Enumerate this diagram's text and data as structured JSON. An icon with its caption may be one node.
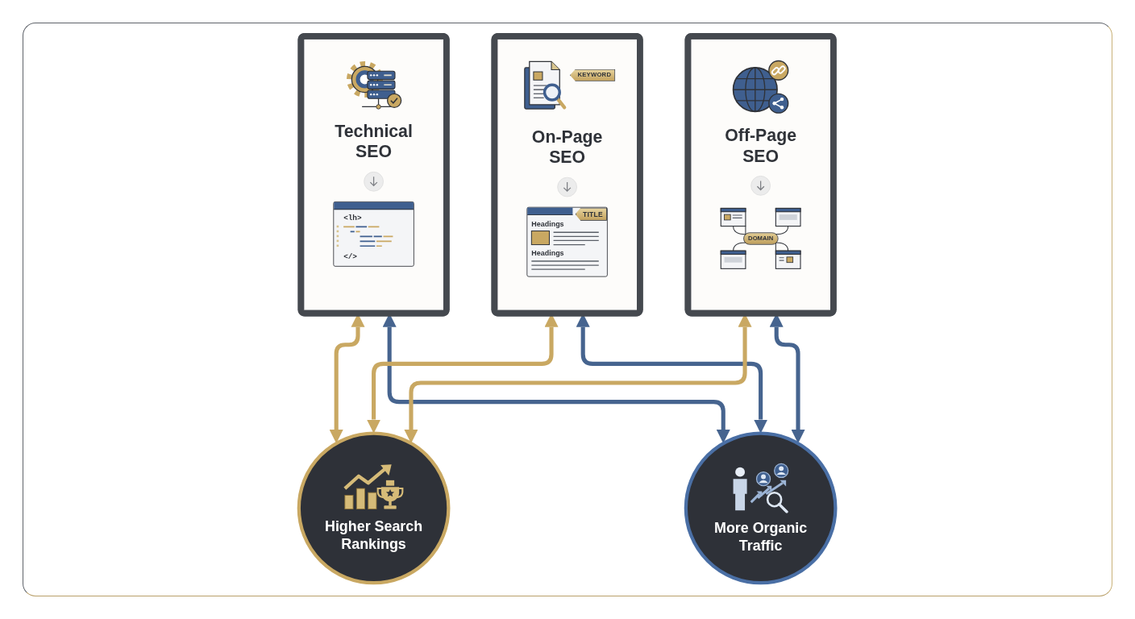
{
  "diagram": {
    "nodes": [
      {
        "text": [
          "Technical SEO",
          "<lh>",
          "</>"
        ]
      },
      {
        "text": [
          "KEYWORD",
          "On-Page SEO",
          "TITLE",
          "Headings",
          "Headings"
        ]
      },
      {
        "text": [
          "Off-Page SEO",
          "DOMAIN"
        ]
      },
      {
        "text": [
          "Higher Search Rankings"
        ]
      },
      {
        "text": [
          "More Organic Traffic"
        ]
      }
    ],
    "edges": [
      {
        "from": 0,
        "to": 3,
        "arrow": "both",
        "color": "#c9a862"
      },
      {
        "from": 0,
        "to": 4,
        "arrow": "both",
        "color": "#46648f"
      },
      {
        "from": 1,
        "to": 3,
        "arrow": "both",
        "color": "#c9a862"
      },
      {
        "from": 1,
        "to": 4,
        "arrow": "both",
        "color": "#46648f"
      },
      {
        "from": 2,
        "to": 3,
        "arrow": "both",
        "color": "#c9a862"
      },
      {
        "from": 2,
        "to": 4,
        "arrow": "both",
        "color": "#46648f"
      }
    ]
  }
}
